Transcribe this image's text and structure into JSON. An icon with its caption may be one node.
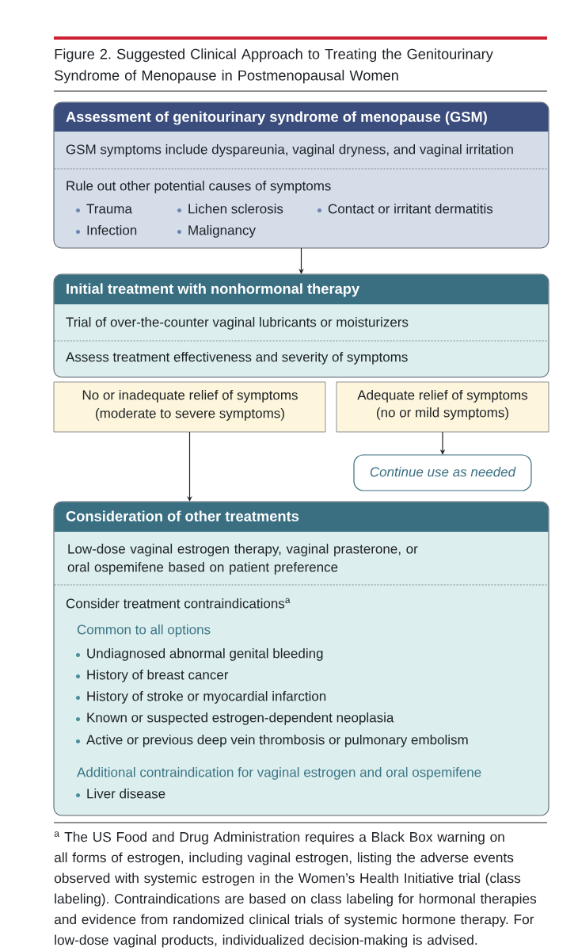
{
  "diagram": {
    "title": "Figure 2. Suggested Clinical Approach to Treating the Genitourinary Syndrome of Menopause in Postmenopausal Women",
    "nodes": [
      {
        "text": [
          "Assessment of genitourinary syndrome of menopause (GSM)",
          "GSM symptoms include dyspareunia, vaginal dryness, and vaginal irritation",
          "Rule out other potential causes of symptoms",
          "Trauma",
          "Lichen sclerosis",
          "Contact or irritant dermatitis",
          "Infection",
          "Malignancy"
        ]
      },
      {
        "text": [
          "Initial treatment with nonhormonal therapy",
          "Trial of over-the-counter vaginal lubricants or moisturizers",
          "Assess treatment effectiveness and severity of symptoms"
        ]
      },
      {
        "text": [
          "No or inadequate relief of symptoms",
          "(moderate to severe symptoms)"
        ]
      },
      {
        "text": [
          "Adequate relief of symptoms",
          "(no or mild symptoms)"
        ]
      },
      {
        "text": [
          "Continue use as needed"
        ]
      },
      {
        "text": [
          "Consideration of other treatments",
          "Low-dose vaginal estrogen therapy, vaginal prasterone, or oral ospemifene based on patient preference",
          "Consider treatment contraindications$^{a}$",
          "Common to all options",
          "Undiagnosed abnormal genital bleeding",
          "History of breast cancer",
          "History of stroke or myocardial infarction",
          "Known or suspected estrogen-dependent neoplasia",
          "Active or previous deep vein thrombosis or pulmonary embolism",
          "Additional contraindication for vaginal estrogen and oral ospemifene",
          "Liver disease"
        ]
      }
    ],
    "edges": [
      {
        "from": 0,
        "to": 1,
        "arrow": "to"
      },
      {
        "from": 2,
        "to": 5,
        "arrow": "to"
      },
      {
        "from": 3,
        "to": 4,
        "arrow": "to"
      }
    ],
    "caption": "$^{a}$ The US Food and Drug Administration requires a Black Box warning on all forms of estrogen, including vaginal estrogen, listing the adverse events observed with systemic estrogen in the Women’s Health Initiative trial (class labeling). Contraindications are based on class labeling for hormonal therapies and evidence from randomized clinical trials of systemic hormone therapy. For low-dose vaginal products, individualized decision-making is advised."
  }
}
